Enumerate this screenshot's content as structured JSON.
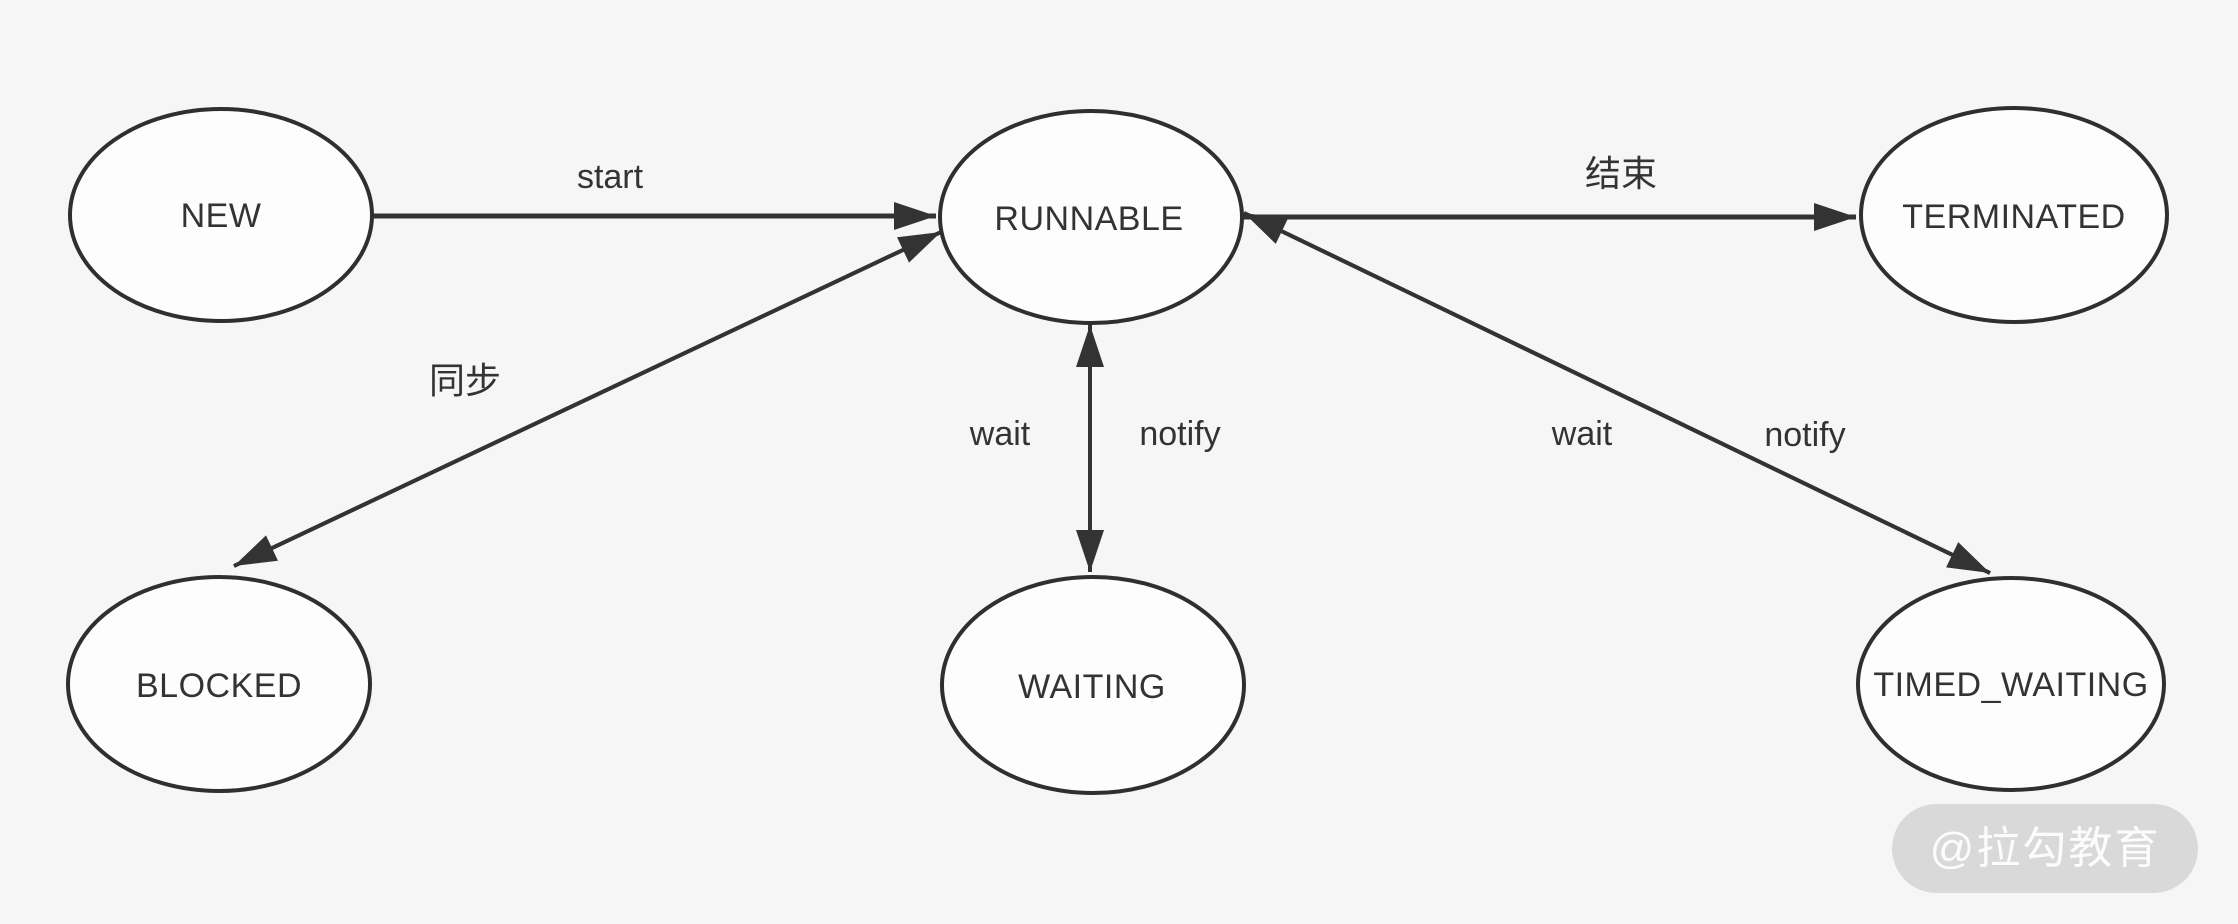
{
  "diagram": {
    "title": "thread-state-transition-diagram",
    "colors": {
      "background": "#f6f6f7",
      "line": "#333333",
      "node_fill": "#fdfdfd",
      "node_stroke": "#2f2f2f",
      "text": "#333333",
      "watermark_bg": "#d9d9d9",
      "watermark_text": "#ffffff"
    },
    "nodes": [
      {
        "id": "new",
        "label": "NEW"
      },
      {
        "id": "runnable",
        "label": "RUNNABLE"
      },
      {
        "id": "terminated",
        "label": "TERMINATED"
      },
      {
        "id": "blocked",
        "label": "BLOCKED"
      },
      {
        "id": "waiting",
        "label": "WAITING"
      },
      {
        "id": "timed_waiting",
        "label": "TIMED_WAITING"
      }
    ],
    "edges": [
      {
        "from": "new",
        "to": "runnable",
        "direction": "single",
        "label": "start"
      },
      {
        "from": "runnable",
        "to": "blocked",
        "direction": "double",
        "label": "同步"
      },
      {
        "from": "runnable",
        "to": "waiting",
        "direction": "double",
        "labels": [
          "wait",
          "notify"
        ]
      },
      {
        "from": "runnable",
        "to": "terminated",
        "direction": "single",
        "label": "结束"
      },
      {
        "from": "runnable",
        "to": "timed_waiting",
        "direction": "double",
        "labels": [
          "wait",
          "notify"
        ]
      }
    ]
  },
  "watermark": {
    "text": "@拉勾教育"
  }
}
